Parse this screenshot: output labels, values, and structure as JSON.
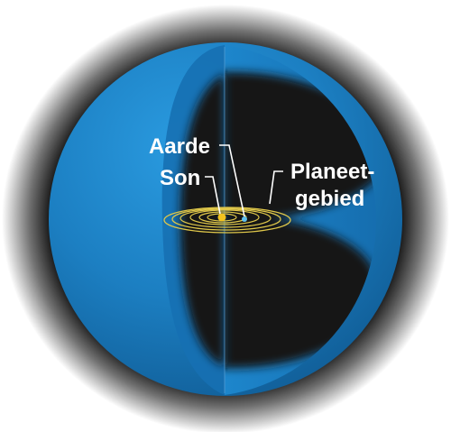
{
  "labels": {
    "earth": "Aarde",
    "sun": "Son",
    "planet_region_line1": "Planeet-",
    "planet_region_line2": "gebied"
  },
  "colors": {
    "background": "#ffffff",
    "halo": "#000000",
    "shell_blue": "#1a76b8",
    "shell_blue_light": "#2795d6",
    "cavity": "#161616",
    "orbit": "#e0c84a",
    "sun": "#f2c31e",
    "earth": "#5fc1f0",
    "leader_line": "#ffffff",
    "label_text": "#ffffff"
  }
}
